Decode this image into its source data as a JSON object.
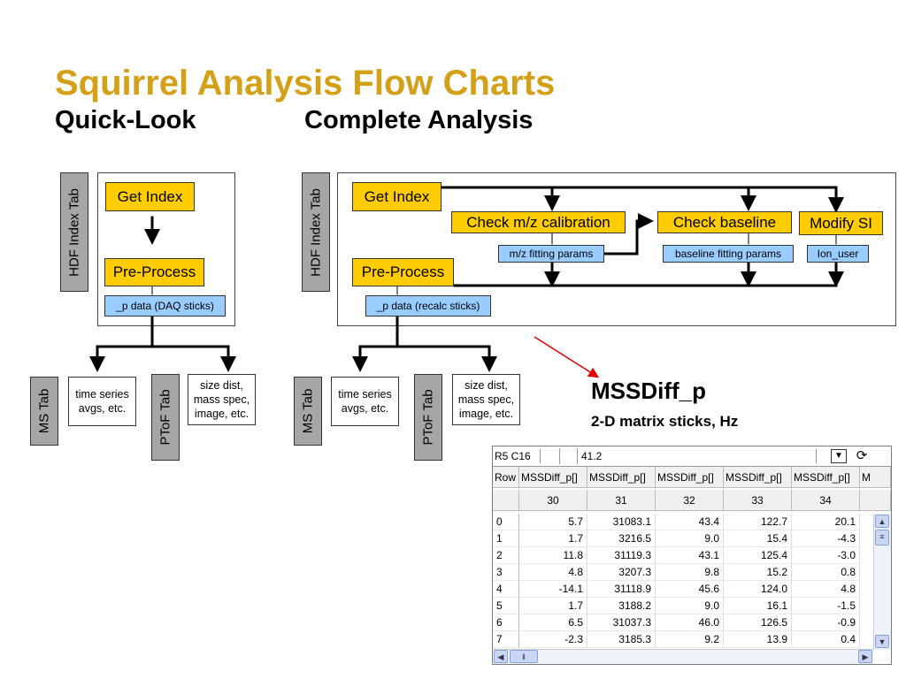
{
  "title": "Squirrel Analysis Flow Charts",
  "subtitle_left": "Quick-Look",
  "subtitle_right": "Complete Analysis",
  "quick": {
    "tab": "HDF Index Tab",
    "get_index": "Get Index",
    "pre_process": "Pre-Process",
    "p_data": "_p data (DAQ sticks)",
    "ms_tab": "MS Tab",
    "ms_note": [
      "time series",
      "avgs, etc."
    ],
    "ptof_tab": "PToF Tab",
    "ptof_note": [
      "size dist,",
      "mass spec,",
      "image, etc."
    ]
  },
  "complete": {
    "tab": "HDF Index Tab",
    "get_index": "Get Index",
    "pre_process": "Pre-Process",
    "p_data": "_p data (recalc sticks)",
    "check_mz": "Check m/z calibration",
    "mz_params": "m/z fitting params",
    "check_baseline": "Check baseline",
    "baseline_params": "baseline fitting params",
    "modify_si": "Modify SI",
    "ion_user": "Ion_user",
    "ms_tab": "MS Tab",
    "ms_note": [
      "time series",
      "avgs, etc."
    ],
    "ptof_tab": "PToF Tab",
    "ptof_note": [
      "size dist,",
      "mass spec,",
      "image, etc."
    ]
  },
  "callout": {
    "name": "MSSDiff_p",
    "desc": "2-D matrix sticks, Hz"
  },
  "table": {
    "cell_ref": "R5 C16",
    "cell_value": "41.2",
    "row_header": "Row",
    "columns": [
      "MSSDiff_p[]",
      "MSSDiff_p[]",
      "MSSDiff_p[]",
      "MSSDiff_p[]",
      "MSSDiff_p[]",
      "M"
    ],
    "col_index": [
      "30",
      "31",
      "32",
      "33",
      "34"
    ],
    "rows": [
      {
        "n": "0",
        "v": [
          "5.7",
          "31083.1",
          "43.4",
          "122.7",
          "20.1"
        ]
      },
      {
        "n": "1",
        "v": [
          "1.7",
          "3216.5",
          "9.0",
          "15.4",
          "-4.3"
        ]
      },
      {
        "n": "2",
        "v": [
          "11.8",
          "31119.3",
          "43.1",
          "125.4",
          "-3.0"
        ]
      },
      {
        "n": "3",
        "v": [
          "4.8",
          "3207.3",
          "9.8",
          "15.2",
          "0.8"
        ]
      },
      {
        "n": "4",
        "v": [
          "-14.1",
          "31118.9",
          "45.6",
          "124.0",
          "4.8"
        ]
      },
      {
        "n": "5",
        "v": [
          "1.7",
          "3188.2",
          "9.0",
          "16.1",
          "-1.5"
        ]
      },
      {
        "n": "6",
        "v": [
          "6.5",
          "31037.3",
          "46.0",
          "126.5",
          "-0.9"
        ]
      },
      {
        "n": "7",
        "v": [
          "-2.3",
          "3185.3",
          "9.2",
          "13.9",
          "0.4"
        ]
      }
    ]
  },
  "colors": {
    "title": "#d4a017",
    "gold": "#ffcc00",
    "blue": "#99ccff",
    "gray": "#a6a6a6",
    "arrow": "#e00000"
  }
}
